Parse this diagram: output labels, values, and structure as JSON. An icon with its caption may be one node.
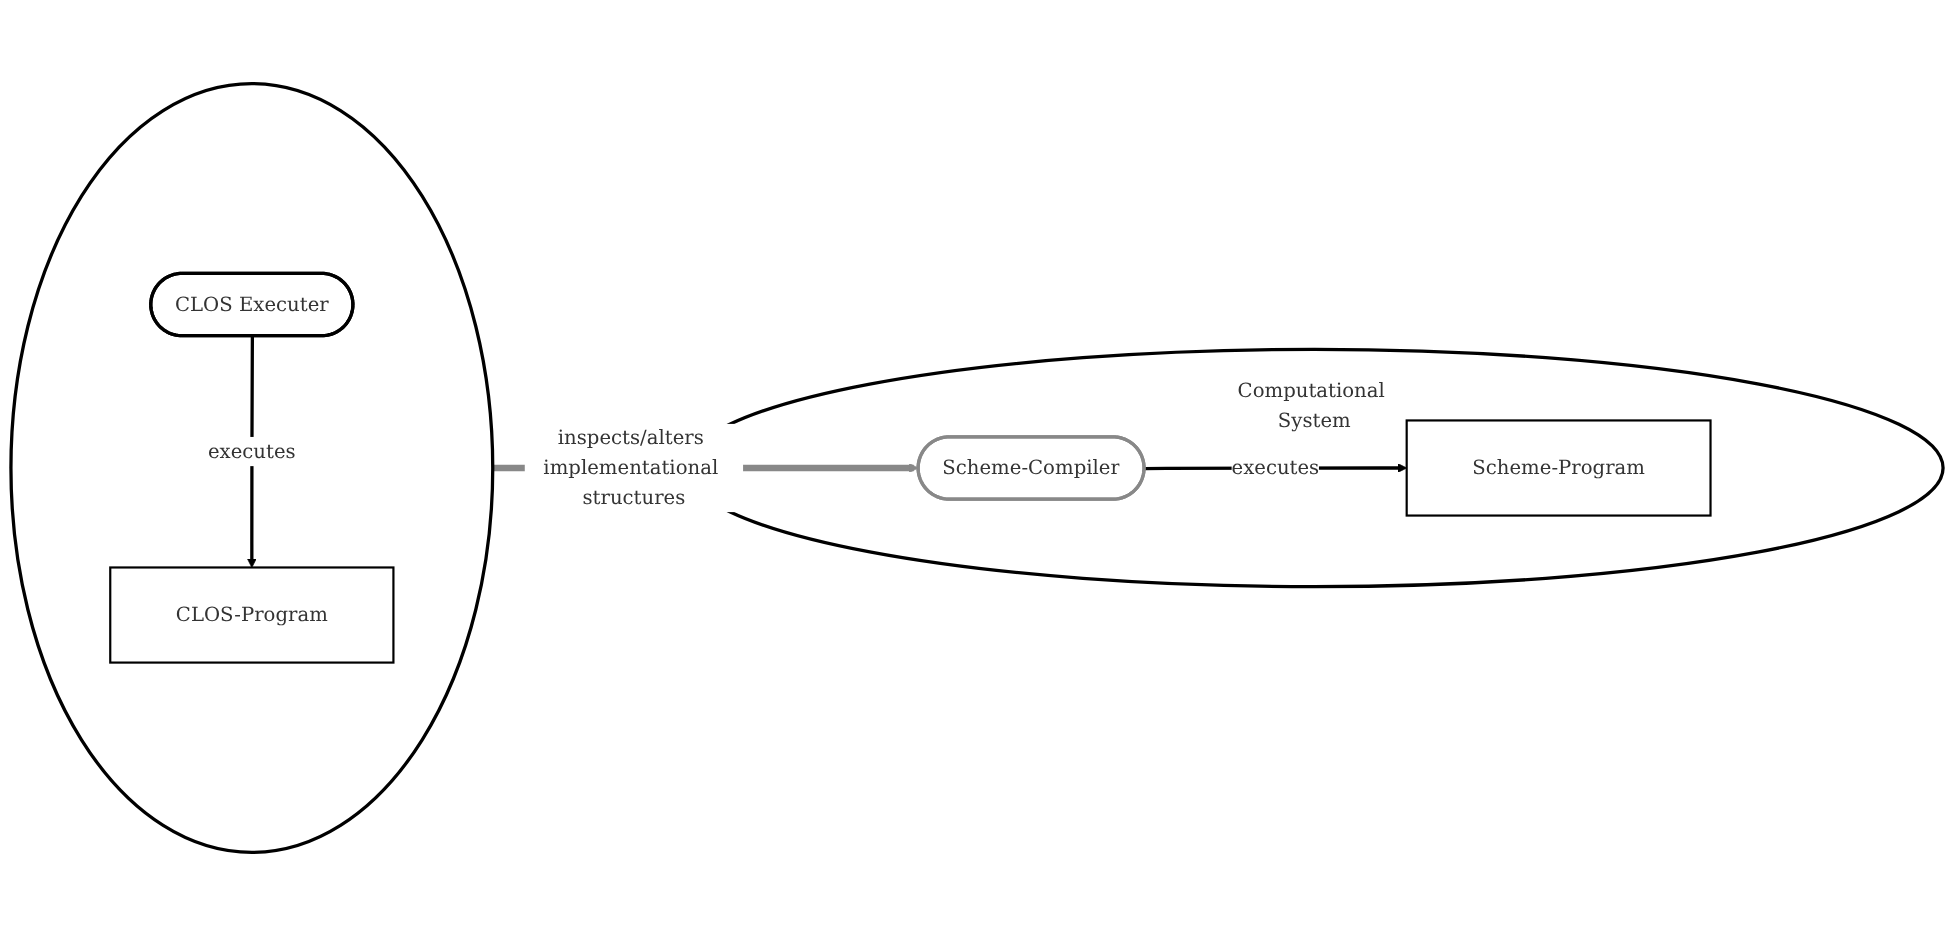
{
  "diagram": {
    "nodes": [
      {
        "text": [],
        "shape": "ellipse"
      },
      {
        "text": [
          "CLOS Executer"
        ],
        "in": 0
      },
      {
        "text": [
          "CLOS-Program"
        ],
        "in": 0
      },
      {
        "text": [
          "Computational System"
        ]
      },
      {
        "text": [
          "Scheme-Compiler"
        ],
        "in": 3
      },
      {
        "text": [
          "Scheme-Program"
        ],
        "in": 3
      }
    ],
    "edges": [
      {
        "from": 1,
        "to": 2,
        "arrow": "to",
        "label": "executes"
      },
      {
        "from": 0,
        "to": 4,
        "arrow": "to",
        "label": "inspects/alters implementational structures",
        "style": "thick",
        "color": "#888888"
      },
      {
        "from": 4,
        "to": 5,
        "arrow": "to",
        "label": "executes"
      }
    ]
  }
}
